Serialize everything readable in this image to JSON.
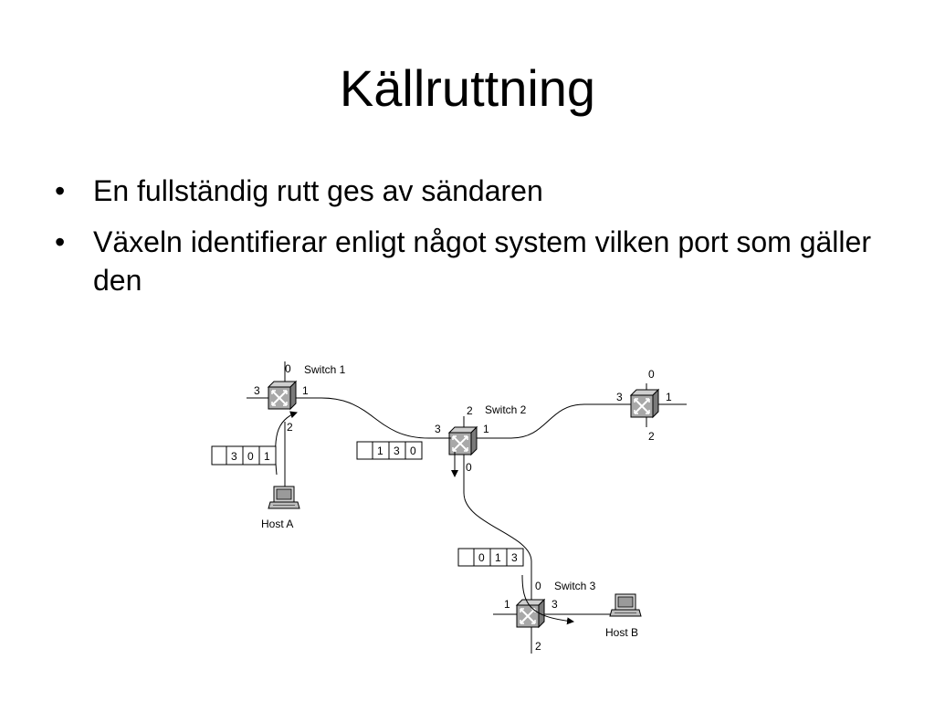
{
  "slide": {
    "title": "Källruttning",
    "bullets": [
      "En fullständig rutt ges av sändaren",
      "Växeln identifierar enligt något system vilken port som gäller den"
    ],
    "bullet_symbol": "•"
  },
  "diagram": {
    "switches": [
      {
        "label": "Switch 1",
        "ports": {
          "top": "0",
          "left": "3",
          "right": "1",
          "bottom": "2"
        }
      },
      {
        "label": "Switch 2",
        "ports": {
          "top": "2",
          "left": "3",
          "right": "1",
          "bottom": "0"
        }
      },
      {
        "label": "",
        "ports": {
          "top": "0",
          "left": "3",
          "right": "1",
          "bottom": "2"
        }
      },
      {
        "label": "Switch 3",
        "ports": {
          "top": "0",
          "left": "1",
          "right": "3",
          "bottom": "2"
        }
      }
    ],
    "hosts": [
      {
        "label": "Host A"
      },
      {
        "label": "Host B"
      }
    ],
    "headers": [
      {
        "cells": [
          "",
          "3",
          "0",
          "1"
        ]
      },
      {
        "cells": [
          "",
          "1",
          "3",
          "0"
        ]
      },
      {
        "cells": [
          "",
          "0",
          "1",
          "3"
        ]
      }
    ]
  }
}
